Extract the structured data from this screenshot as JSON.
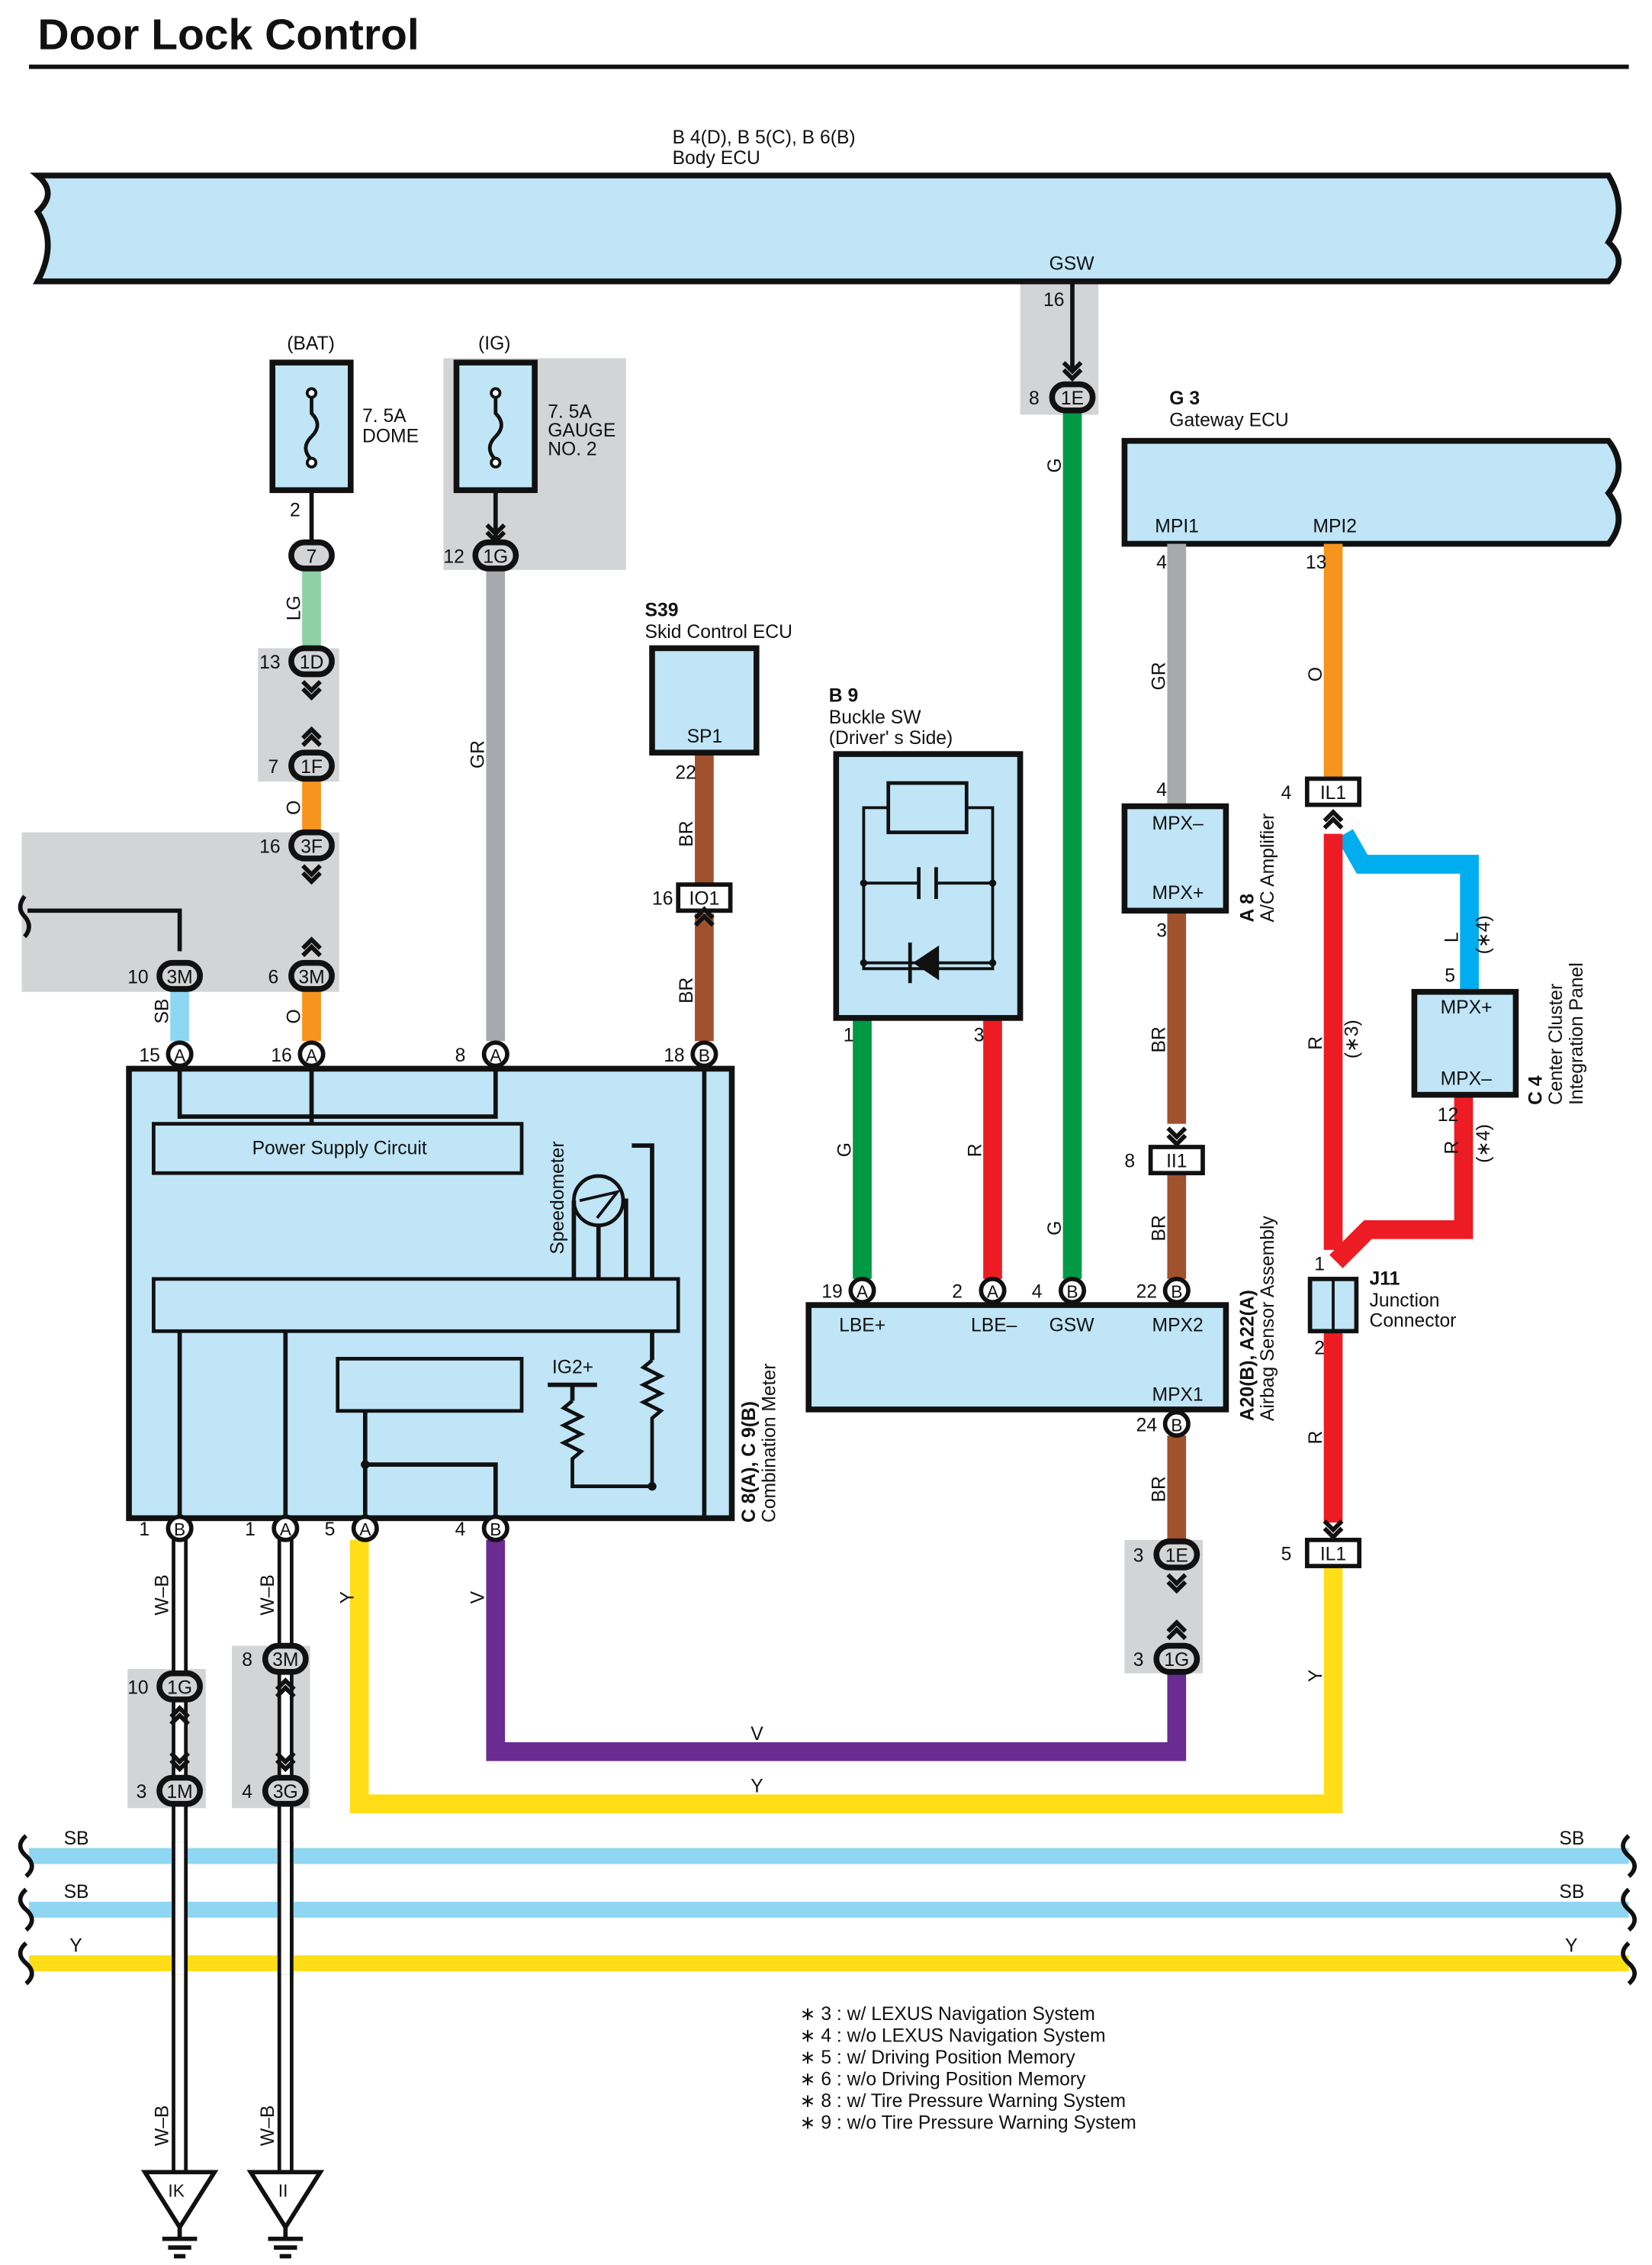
{
  "title": "Door Lock Control",
  "colors": {
    "ecu_fill": "#bfe5f7",
    "splice_grey": "#d3d4d6",
    "LG": "#8fd0a4",
    "O": "#f7941d",
    "SB": "#8fd6f2",
    "GR": "#a7a9ac",
    "BR": "#a0522d",
    "G": "#009a44",
    "R": "#ed1c24",
    "L": "#00aeef",
    "Y": "#ffde17",
    "V": "#6a2c91",
    "W-B": "#ffffff"
  },
  "components": {
    "body_ecu": {
      "code": "B 4(D), B 5(C), B 6(B)",
      "name": "Body ECU",
      "pin_name": "GSW",
      "pin": "16"
    },
    "gateway_ecu": {
      "code": "G 3",
      "name": "Gateway ECU",
      "pin1_name": "MPI1",
      "pin2_name": "MPI2",
      "pin1": "4",
      "pin2": "13"
    },
    "fuse_dome": {
      "feed": "(BAT)",
      "rating": "7. 5A",
      "name": "DOME",
      "pin": "2"
    },
    "fuse_gauge": {
      "feed": "(IG)",
      "rating": "7. 5A",
      "name1": "GAUGE",
      "name2": "NO. 2"
    },
    "skid_ecu": {
      "code": "S39",
      "name": "Skid Control ECU",
      "pin_name": "SP1",
      "pin": "22"
    },
    "buckle_sw": {
      "code": "B 9",
      "name1": "Buckle SW",
      "name2": "(Driver' s Side)",
      "pin1": "1",
      "pin2": "3"
    },
    "ac_amp": {
      "code": "A 8",
      "name": "A/C Amplifier",
      "pin1_name": "MPX–",
      "pin2_name": "MPX+",
      "pin1": "4",
      "pin2": "3"
    },
    "cluster_panel": {
      "code": "C 4",
      "name1": "Center Cluster",
      "name2": "Integration Panel",
      "pin1_name": "MPX+",
      "pin2_name": "MPX–",
      "pin1": "5",
      "pin2": "12"
    },
    "junction": {
      "code": "J11",
      "name1": "Junction",
      "name2": "Connector",
      "pin1": "1",
      "pin2": "2"
    },
    "airbag": {
      "code": "A20(B), A22(A)",
      "name": "Airbag Sensor Assembly",
      "p1": "LBE+",
      "p2": "LBE–",
      "p3": "GSW",
      "p4": "MPX2",
      "p5": "MPX1"
    },
    "meter": {
      "code": "C 8(A), C 9(B)",
      "name": "Combination Meter",
      "power": "Power Supply Circuit",
      "speedo": "Speedometer",
      "ig2": "IG2+"
    }
  },
  "connectors": {
    "c7": "7",
    "c1D": "1D",
    "c1F": "1F",
    "c3F": "3F",
    "c3M": "3M",
    "c1G": "1G",
    "c1E": "1E",
    "c1M": "1M",
    "c3G": "3G",
    "cIO1": "IO1",
    "cIL1": "IL1",
    "cII1": "II1",
    "A": "A",
    "B": "B",
    "IK": "IK",
    "II": "II"
  },
  "pins": {
    "n1": "1",
    "n2": "2",
    "n3": "3",
    "n4": "4",
    "n5": "5",
    "n6": "6",
    "n7": "7",
    "n8": "8",
    "n10": "10",
    "n12": "12",
    "n13": "13",
    "n15": "15",
    "n16": "16",
    "n18": "18",
    "n19": "19",
    "n22": "22",
    "n24": "24"
  },
  "wire_labels": {
    "LG": "LG",
    "O": "O",
    "SB": "SB",
    "GR": "GR",
    "BR": "BR",
    "G": "G",
    "R": "R",
    "L": "L",
    "Y": "Y",
    "V": "V",
    "WB": "W–B"
  },
  "footnote_marks": {
    "n3": "(∗3)",
    "n4": "(∗4)"
  },
  "notes": [
    "∗ 3 : w/ LEXUS Navigation System",
    "∗ 4 : w/o LEXUS Navigation System",
    "∗ 5 : w/ Driving Position Memory",
    "∗ 6 : w/o Driving Position Memory",
    "∗ 8 : w/ Tire Pressure Warning System",
    "∗ 9 : w/o Tire Pressure Warning System"
  ]
}
